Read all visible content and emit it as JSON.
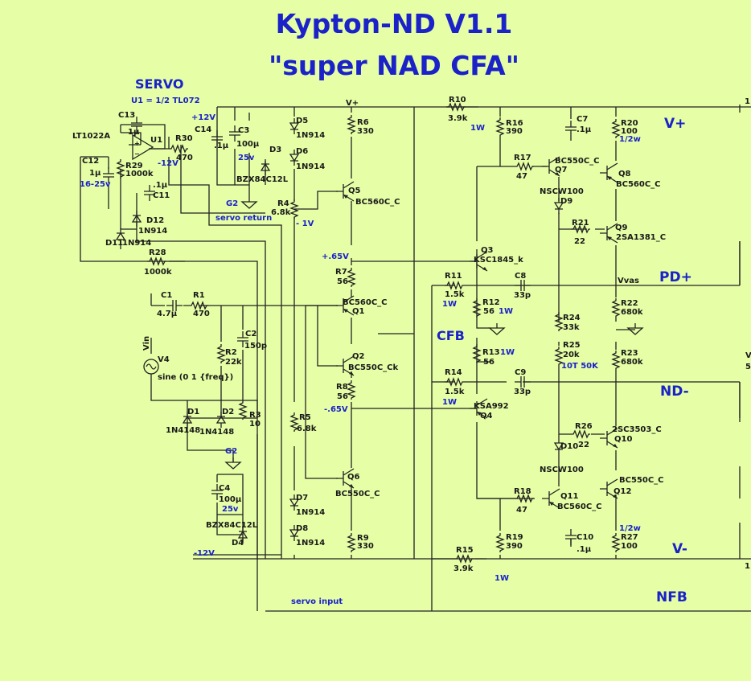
{
  "title": {
    "line1": "Kypton-ND V1.1",
    "line2": "\"super NAD CFA\""
  },
  "sections": {
    "servo": "SERVO",
    "servo_opamp": "U1 = 1/2 TL072",
    "cfb": "CFB"
  },
  "nets": {
    "vplus_top": "V+",
    "vplus_label": "V+",
    "vminus_label": "V-",
    "pd_plus": "PD+",
    "nd_minus": "ND-",
    "nfb": "NFB",
    "vvas": "Vvas",
    "plus12": "+12V",
    "minus12_a": "-12V",
    "minus12_b": "-12V",
    "g2_a": "G2",
    "g2_b": "G2",
    "servo_return": "servo return",
    "servo_input": "servo input",
    "minus1v": "- 1V",
    "plus065": "+.65V",
    "minus065": "-.65V",
    "vin": "Vin",
    "edge_12_top": "1",
    "edge_v": "V",
    "edge_5": "5",
    "edge_1": "1"
  },
  "parts": {
    "c13": {
      "ref": "C13",
      "val": "1µ"
    },
    "lt1022a": "LT1022A",
    "u1": "U1",
    "c12": {
      "ref": "C12",
      "val": "1µ",
      "v": "16-25v"
    },
    "r29": {
      "ref": "R29",
      "val": "1000k"
    },
    "r30": {
      "ref": "R30",
      "val": "470"
    },
    "c14": {
      "ref": "C14",
      "val": ".1µ"
    },
    "c3": {
      "ref": "C3",
      "val": "100µ",
      "v": "25v"
    },
    "d3": "D3",
    "zener_top": "BZX84C12L",
    "c11": {
      "ref": "C11",
      "val": ".1µ"
    },
    "d12": {
      "ref": "D12",
      "val": "1N914"
    },
    "d11": {
      "ref": "D11",
      "val": "1N914"
    },
    "r28": {
      "ref": "R28",
      "val": "1000k"
    },
    "d5": {
      "ref": "D5",
      "val": "1N914"
    },
    "d6": {
      "ref": "D6",
      "val": "1N914"
    },
    "r4": {
      "ref": "R4",
      "val": "6.8k"
    },
    "r6": {
      "ref": "R6",
      "val": "330"
    },
    "q5": {
      "ref": "Q5",
      "val": "BC560C_C"
    },
    "r7": {
      "ref": "R7",
      "val": "56"
    },
    "q1": {
      "ref": "Q1",
      "val": "BC560C_C"
    },
    "q2": {
      "ref": "Q2",
      "val": "BC550C_Ck"
    },
    "r8": {
      "ref": "R8",
      "val": "56"
    },
    "c1": {
      "ref": "C1",
      "val": "4.7µ"
    },
    "r1": {
      "ref": "R1",
      "val": "470"
    },
    "c2": {
      "ref": "C2",
      "val": "150p"
    },
    "r2": {
      "ref": "R2",
      "val": "22k"
    },
    "v4": {
      "ref": "V4",
      "val": "sine (0 1 {freq})"
    },
    "r3": {
      "ref": "R3",
      "val": "10"
    },
    "d1": {
      "ref": "D1",
      "val": "1N4148"
    },
    "d2": {
      "ref": "D2",
      "val": "1N4148"
    },
    "c4": {
      "ref": "C4",
      "val": "100µ",
      "v": "25v"
    },
    "zener_bot": "BZX84C12L",
    "d4": "D4",
    "r5": {
      "ref": "R5",
      "val": "6.8k"
    },
    "q6": {
      "ref": "Q6",
      "val": "BC550C_C"
    },
    "d7": {
      "ref": "D7",
      "val": "1N914"
    },
    "d8": {
      "ref": "D8",
      "val": "1N914"
    },
    "r9": {
      "ref": "R9",
      "val": "330"
    },
    "r10": {
      "ref": "R10",
      "val": "3.9k",
      "p": "1W"
    },
    "r16": {
      "ref": "R16",
      "val": "390"
    },
    "c7": {
      "ref": "C7",
      "val": ".1µ"
    },
    "r20": {
      "ref": "R20",
      "val": "100",
      "p": "1/2w"
    },
    "r17": {
      "ref": "R17",
      "val": "47"
    },
    "q7": {
      "ref": "Q7",
      "val": "BC550C_C"
    },
    "q8": {
      "ref": "Q8",
      "val": "BC560C_C"
    },
    "d9": {
      "ref": "D9",
      "val": "NSCW100"
    },
    "r21": {
      "ref": "R21",
      "val": "22"
    },
    "q9": {
      "ref": "Q9",
      "val": "2SA1381_C"
    },
    "q3": {
      "ref": "Q3",
      "val": "KSC1845_k"
    },
    "r11": {
      "ref": "R11",
      "val": "1.5k",
      "p": "1W"
    },
    "c8": {
      "ref": "C8",
      "val": "33p"
    },
    "r12": {
      "ref": "R12",
      "val": "56",
      "p": "1W"
    },
    "r22": {
      "ref": "R22",
      "val": "680k"
    },
    "r24": {
      "ref": "R24",
      "val": "33k"
    },
    "r25": {
      "ref": "R25",
      "val": "20k",
      "t": "10T 50K"
    },
    "r13": {
      "ref": "R13",
      "val": "56",
      "p": "1W"
    },
    "r23": {
      "ref": "R23",
      "val": "680k"
    },
    "r14": {
      "ref": "R14",
      "val": "1.5k",
      "p": "1W"
    },
    "c9": {
      "ref": "C9",
      "val": "33p"
    },
    "q4": {
      "ref": "Q4",
      "val": "KSA992"
    },
    "r26": {
      "ref": "R26",
      "val": "22"
    },
    "q10": {
      "ref": "Q10",
      "val": "2SC3503_C"
    },
    "d10": {
      "ref": "D10",
      "val": "NSCW100"
    },
    "q12": {
      "ref": "Q12",
      "val": "BC550C_C"
    },
    "r18": {
      "ref": "R18",
      "val": "47"
    },
    "q11": {
      "ref": "Q11",
      "val": "BC560C_C"
    },
    "c10": {
      "ref": "C10",
      "val": ".1µ"
    },
    "r19": {
      "ref": "R19",
      "val": "390"
    },
    "r27": {
      "ref": "R27",
      "val": "100",
      "p": "1/2w"
    },
    "r15": {
      "ref": "R15",
      "val": "3.9k",
      "p": "1W"
    }
  },
  "colors": {
    "background": "#E6FFA6",
    "wire": "#222222",
    "label": "#1a1a1a",
    "accent": "#1a22c8"
  }
}
